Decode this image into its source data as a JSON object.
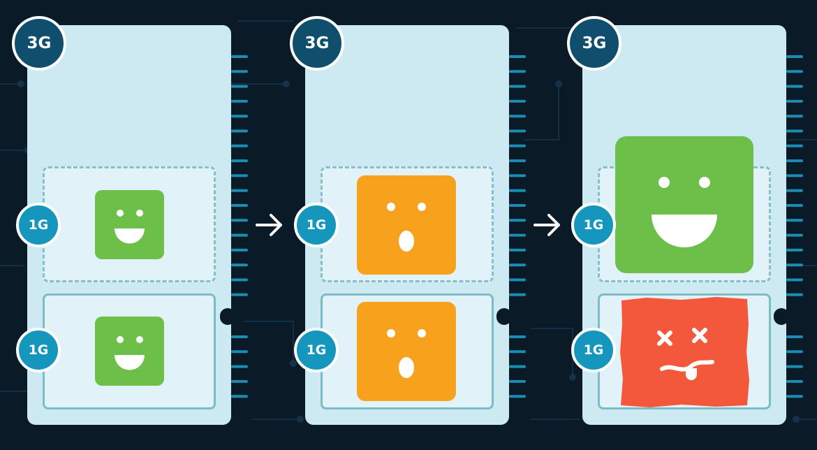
{
  "modules": [
    {
      "capacity_label": "3G",
      "slots": [
        {
          "label": "1G",
          "face": "happy",
          "color": "#6cc04a"
        },
        {
          "label": "1G",
          "face": "happy",
          "color": "#6cc04a"
        }
      ]
    },
    {
      "capacity_label": "3G",
      "slots": [
        {
          "label": "1G",
          "face": "surprised",
          "color": "#f7a11c"
        },
        {
          "label": "1G",
          "face": "surprised",
          "color": "#f7a11c"
        }
      ]
    },
    {
      "capacity_label": "3G",
      "slots": [
        {
          "label": "1G",
          "face": "very-happy",
          "color": "#6cc04a"
        },
        {
          "label": "1G",
          "face": "dead",
          "color": "#f4583a"
        }
      ]
    }
  ],
  "colors": {
    "background": "#0b1a27",
    "card": "#cdeaf3",
    "badge_3g": "#0f4e6c",
    "badge_1g": "#1596bd",
    "pins": "#1b8cb2"
  },
  "icons": [
    "right-arrow-icon",
    "happy-face-icon",
    "surprised-face-icon",
    "dead-face-icon"
  ]
}
